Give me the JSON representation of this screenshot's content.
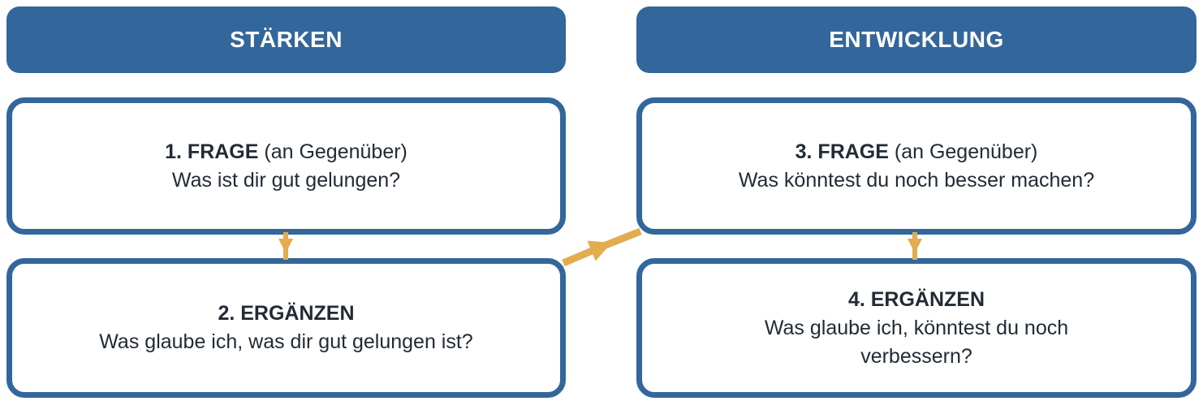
{
  "diagram": {
    "columns": [
      {
        "header": "STÄRKEN",
        "boxes": [
          {
            "number": "1. FRAGE",
            "suffix": " (an Gegenüber)",
            "question": "Was ist dir gut gelungen?"
          },
          {
            "number": "2. ERGÄNZEN",
            "suffix": "",
            "question": "Was glaube ich, was dir gut gelungen ist?"
          }
        ]
      },
      {
        "header": "ENTWICKLUNG",
        "boxes": [
          {
            "number": "3. FRAGE",
            "suffix": " (an Gegenüber)",
            "question": "Was könntest du noch besser machen?"
          },
          {
            "number": "4. ERGÄNZEN",
            "suffix": "",
            "question": "Was glaube ich, könntest du noch verbessern?"
          }
        ]
      }
    ],
    "arrows": [
      "down-arrow",
      "up-right-arrow",
      "down-arrow"
    ],
    "colors": {
      "blue": "#33669B",
      "arrow": "#E2AC4F",
      "text": "#222B35",
      "header_text": "#FFFFFF"
    }
  }
}
